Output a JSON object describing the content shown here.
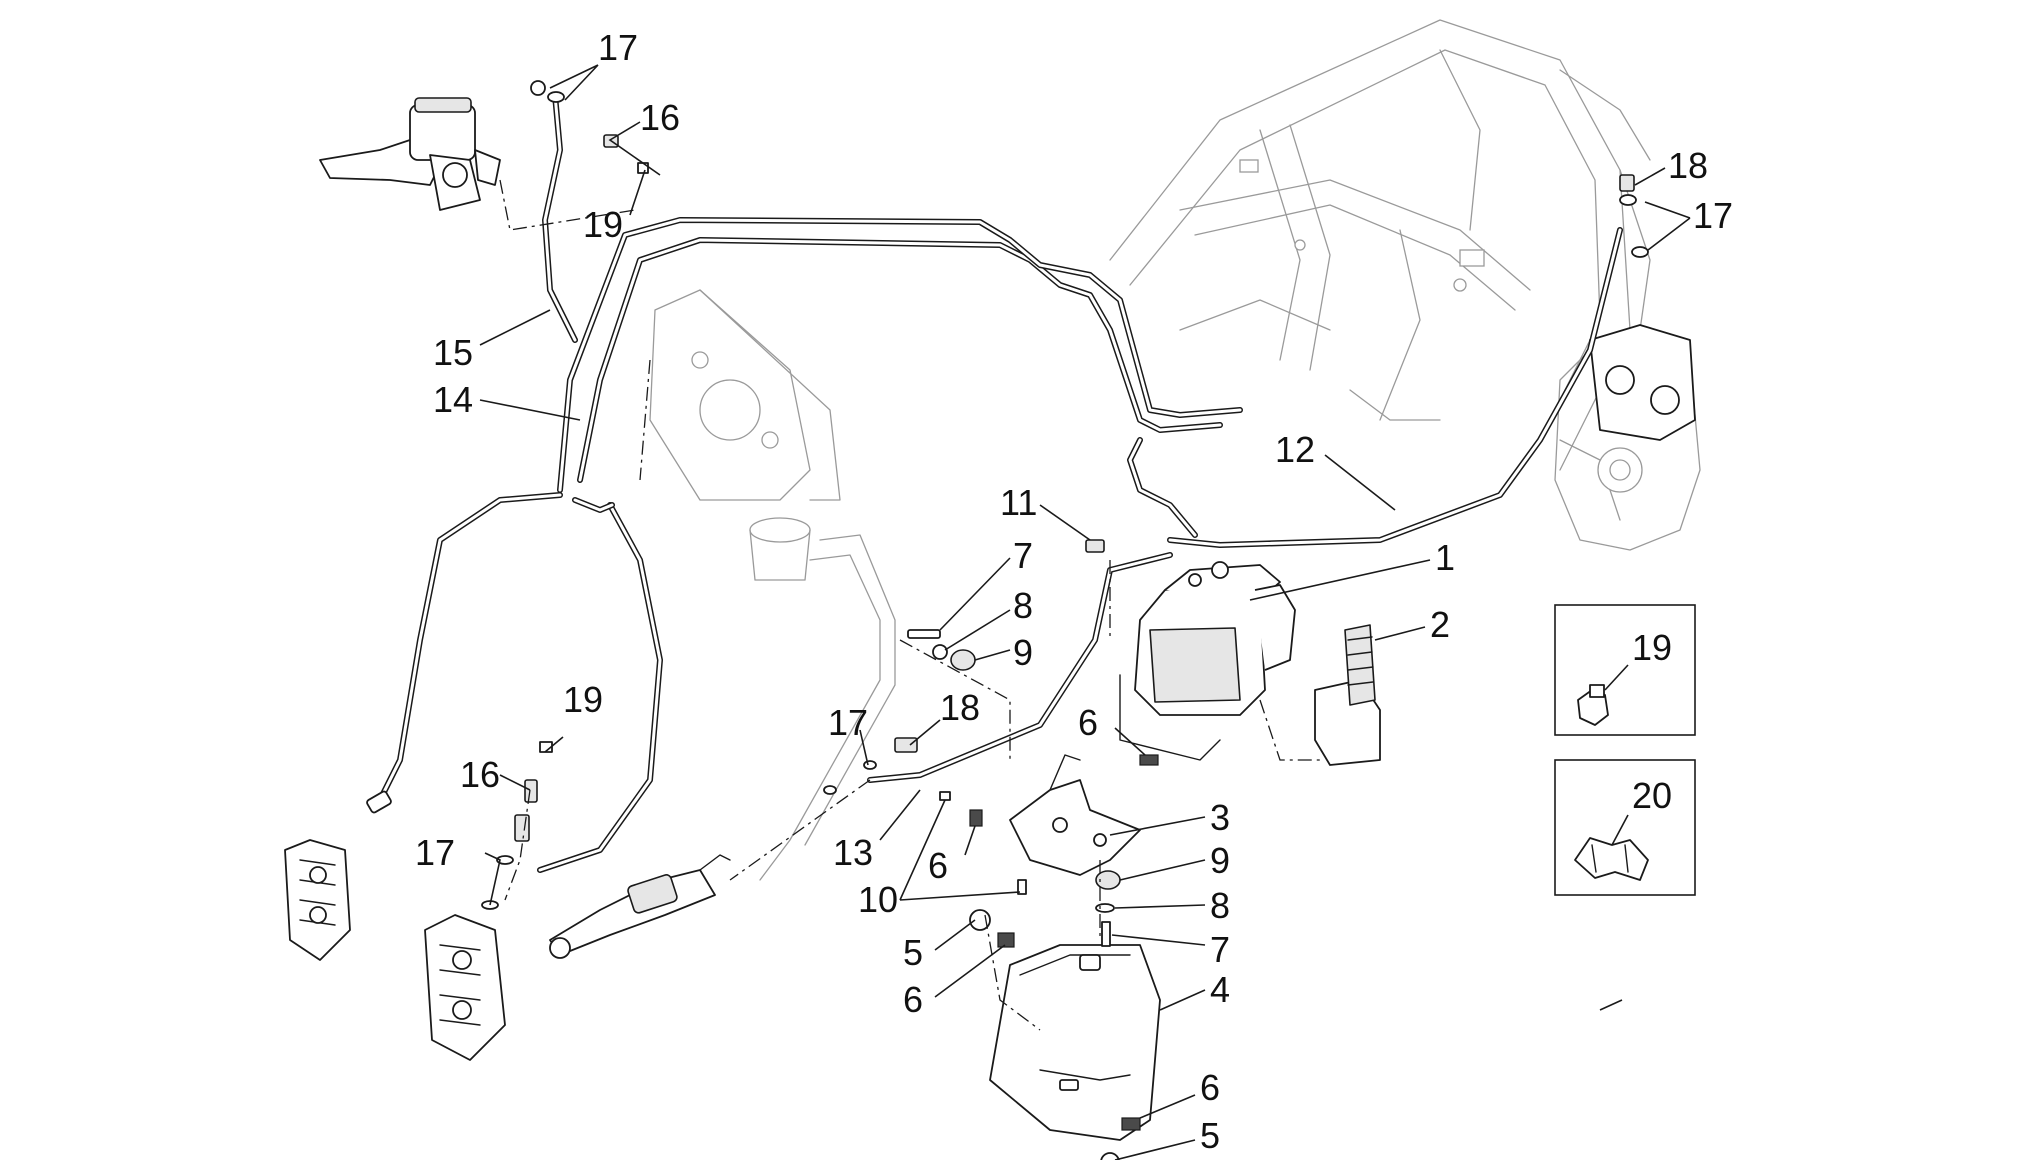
{
  "callouts": [
    {
      "id": "c17a",
      "label": "17"
    },
    {
      "id": "c16a",
      "label": "16"
    },
    {
      "id": "c19a",
      "label": "19"
    },
    {
      "id": "c15",
      "label": "15"
    },
    {
      "id": "c14",
      "label": "14"
    },
    {
      "id": "c12",
      "label": "12"
    },
    {
      "id": "c18a",
      "label": "18"
    },
    {
      "id": "c17b",
      "label": "17"
    },
    {
      "id": "c11",
      "label": "11"
    },
    {
      "id": "c1",
      "label": "1"
    },
    {
      "id": "c7a",
      "label": "7"
    },
    {
      "id": "c8a",
      "label": "8"
    },
    {
      "id": "c9a",
      "label": "9"
    },
    {
      "id": "c2",
      "label": "2"
    },
    {
      "id": "c19b",
      "label": "19"
    },
    {
      "id": "c16b",
      "label": "16"
    },
    {
      "id": "c17c",
      "label": "17"
    },
    {
      "id": "c17d",
      "label": "17"
    },
    {
      "id": "c18b",
      "label": "18"
    },
    {
      "id": "c6a",
      "label": "6"
    },
    {
      "id": "c13",
      "label": "13"
    },
    {
      "id": "c6b",
      "label": "6"
    },
    {
      "id": "c10",
      "label": "10"
    },
    {
      "id": "c3",
      "label": "3"
    },
    {
      "id": "c9b",
      "label": "9"
    },
    {
      "id": "c8b",
      "label": "8"
    },
    {
      "id": "c7b",
      "label": "7"
    },
    {
      "id": "c5a",
      "label": "5"
    },
    {
      "id": "c6c",
      "label": "6"
    },
    {
      "id": "c4",
      "label": "4"
    },
    {
      "id": "c6d",
      "label": "6"
    },
    {
      "id": "c5b",
      "label": "5"
    }
  ],
  "insets": [
    {
      "id": "inset19",
      "label": "19"
    },
    {
      "id": "inset20",
      "label": "20"
    }
  ]
}
